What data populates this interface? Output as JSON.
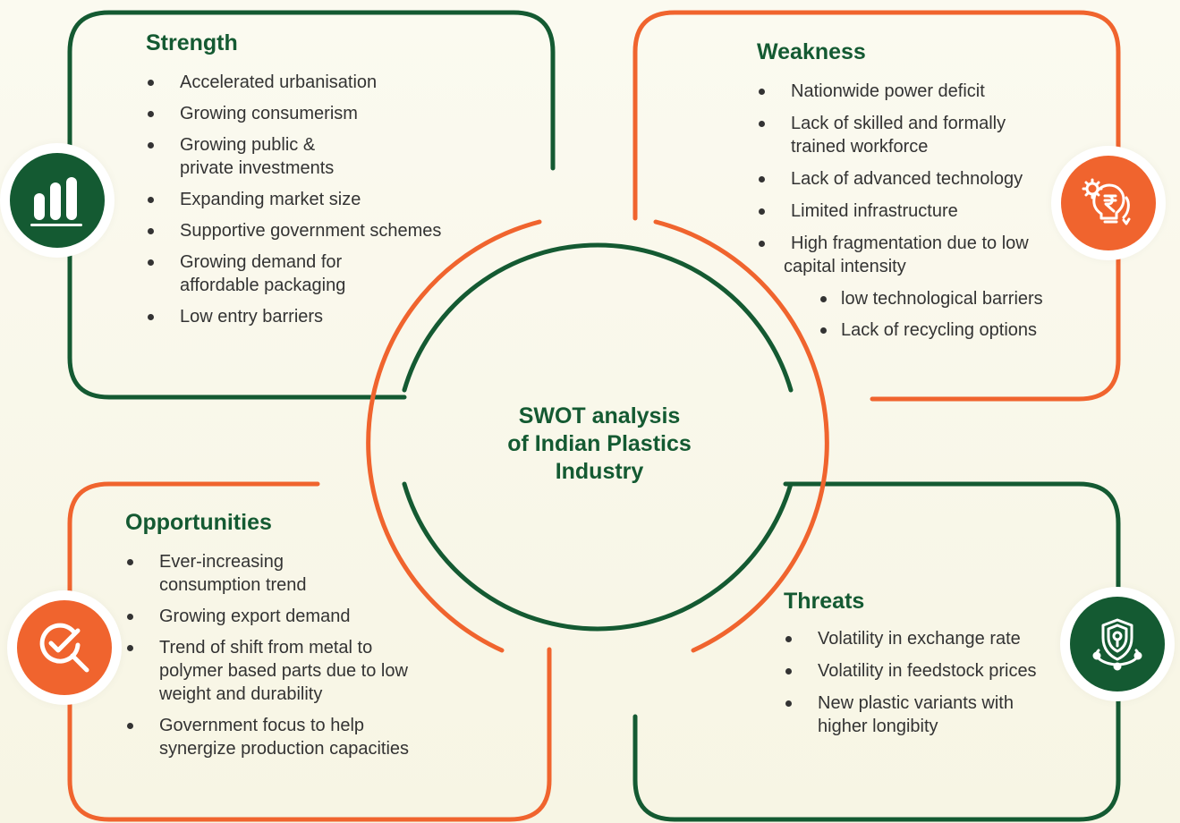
{
  "center": {
    "lines": [
      "SWOT analysis",
      "of Indian Plastics",
      "Industry"
    ]
  },
  "colors": {
    "green": "#145a32",
    "orange": "#f0642e",
    "text": "#333333"
  },
  "strength": {
    "title": "Strength",
    "icon": "bar-chart-icon",
    "items": [
      [
        "Accelerated urbanisation"
      ],
      [
        "Growing consumerism"
      ],
      [
        "Growing public &",
        "private investments"
      ],
      [
        "Expanding market size"
      ],
      [
        "Supportive government schemes"
      ],
      [
        "Growing demand for",
        "affordable packaging"
      ],
      [
        "Low entry barriers"
      ]
    ]
  },
  "weakness": {
    "title": "Weakness",
    "icon": "rupee-gear-bulb-icon",
    "items": [
      [
        "Nationwide power deficit"
      ],
      [
        "Lack of skilled and formally",
        "trained workforce"
      ],
      [
        "Lack of advanced technology"
      ],
      [
        "Limited infrastructure"
      ],
      [
        "High fragmentation due to low",
        "capital intensity"
      ]
    ],
    "subitems": [
      "low technological barriers",
      "Lack of recycling options"
    ]
  },
  "opportunities": {
    "title": "Opportunities",
    "icon": "magnifier-check-icon",
    "items": [
      [
        "Ever-increasing",
        "consumption trend"
      ],
      [
        "Growing export demand"
      ],
      [
        "Trend of shift from metal to",
        "polymer based parts due to low",
        "weight and durability"
      ],
      [
        "Government focus to help",
        "synergize production capacities"
      ]
    ]
  },
  "threats": {
    "title": "Threats",
    "icon": "shield-network-icon",
    "items": [
      [
        "Volatility in exchange rate"
      ],
      [
        "Volatility in feedstock prices"
      ],
      [
        "New plastic variants with",
        "higher longibity"
      ]
    ]
  }
}
